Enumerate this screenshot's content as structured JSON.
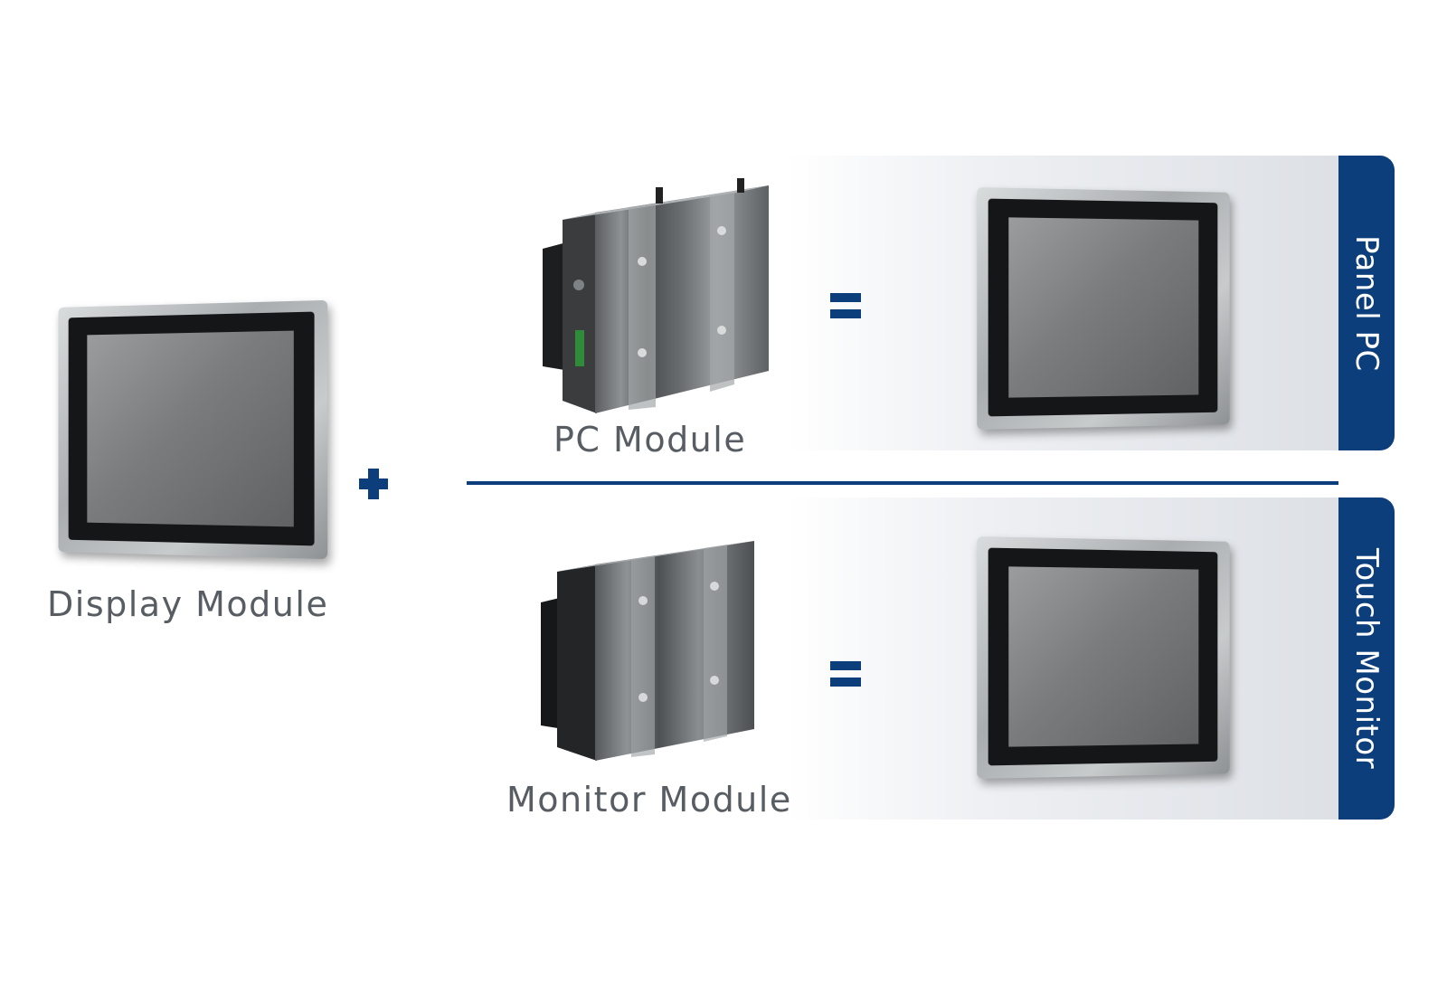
{
  "labels": {
    "display_module": "Display Module",
    "pc_module": "PC Module",
    "monitor_module": "Monitor Module"
  },
  "tabs": {
    "top": "Panel PC",
    "bottom": "Touch Monitor"
  },
  "colors": {
    "accent": "#0c3e7c",
    "label_text": "#575d63"
  },
  "icons": {
    "plus": "plus-icon",
    "equals": "equals-icon"
  }
}
